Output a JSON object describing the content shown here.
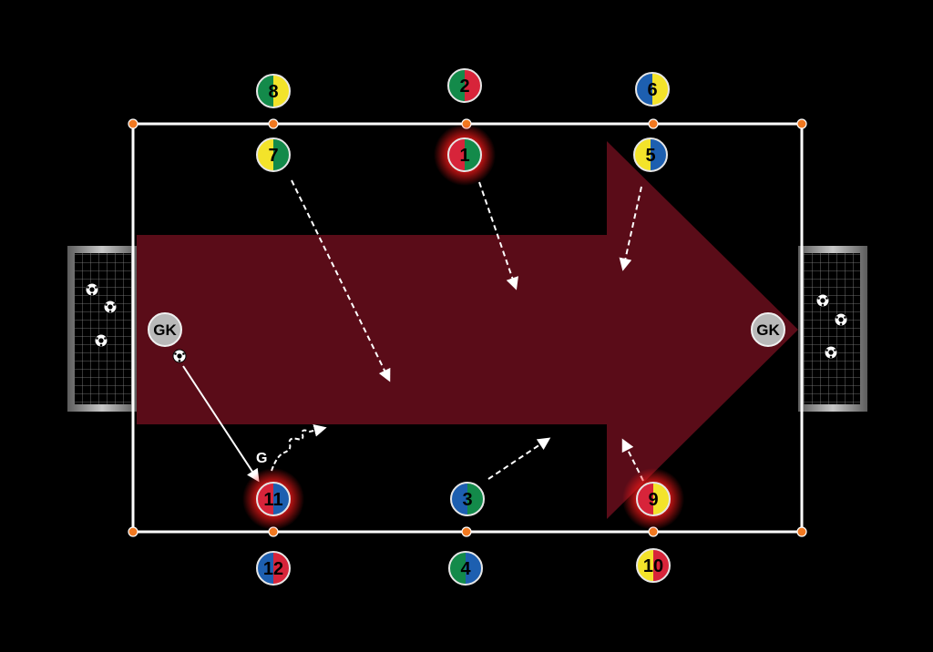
{
  "colors": {
    "background": "#000000",
    "arrow": "#5a0c18",
    "pitch_line": "#ffffff",
    "cone": "#f07820",
    "red": "#d7243a",
    "green": "#138a4a",
    "yellow": "#f3e32a",
    "blue": "#1d5fb0",
    "keeper": "#b9b9b9",
    "glow": "#ff1a1a"
  },
  "players": [
    {
      "id": "1",
      "label": "1",
      "colors": [
        "red",
        "green"
      ],
      "highlight": true
    },
    {
      "id": "2",
      "label": "2",
      "colors": [
        "green",
        "red"
      ],
      "highlight": false
    },
    {
      "id": "3",
      "label": "3",
      "colors": [
        "blue",
        "green"
      ],
      "highlight": false
    },
    {
      "id": "4",
      "label": "4",
      "colors": [
        "green",
        "blue"
      ],
      "highlight": false
    },
    {
      "id": "5",
      "label": "5",
      "colors": [
        "yellow",
        "blue"
      ],
      "highlight": false
    },
    {
      "id": "6",
      "label": "6",
      "colors": [
        "blue",
        "yellow"
      ],
      "highlight": false
    },
    {
      "id": "7",
      "label": "7",
      "colors": [
        "yellow",
        "green"
      ],
      "highlight": false
    },
    {
      "id": "8",
      "label": "8",
      "colors": [
        "green",
        "yellow"
      ],
      "highlight": false
    },
    {
      "id": "9",
      "label": "9",
      "colors": [
        "red",
        "yellow"
      ],
      "highlight": true
    },
    {
      "id": "10",
      "label": "10",
      "colors": [
        "yellow",
        "red"
      ],
      "highlight": false
    },
    {
      "id": "11",
      "label": "11",
      "colors": [
        "red",
        "blue"
      ],
      "highlight": true
    },
    {
      "id": "12",
      "label": "12",
      "colors": [
        "blue",
        "red"
      ],
      "highlight": false
    }
  ],
  "goalkeepers": [
    {
      "id": "gk-left",
      "label": "GK"
    },
    {
      "id": "gk-right",
      "label": "GK"
    }
  ],
  "annotations": {
    "action_label": "G"
  },
  "icons": {
    "ball": "soccer-ball-icon",
    "cone": "cone-marker-icon",
    "goal": "goal-net-icon"
  }
}
